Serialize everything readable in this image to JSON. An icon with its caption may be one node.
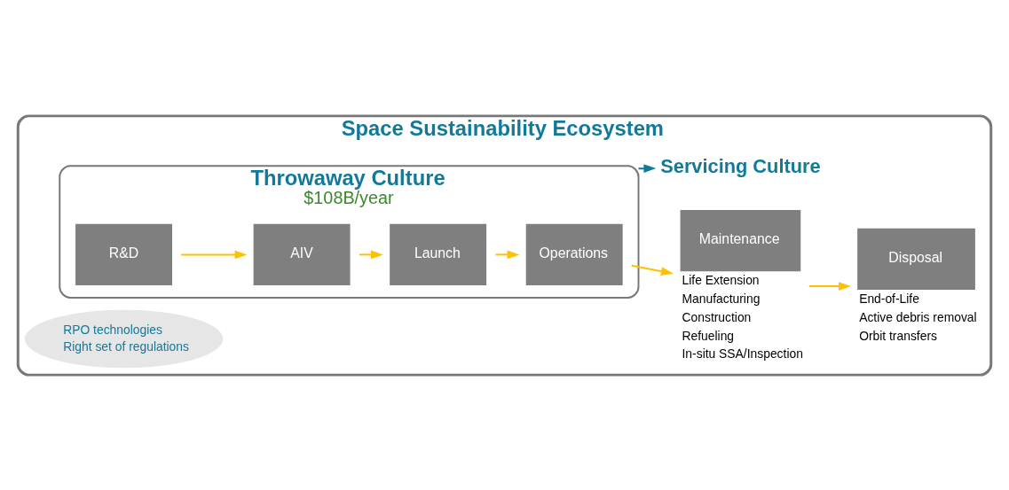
{
  "diagram": {
    "nodes": [
      {
        "text": [
          "Space Sustainability Ecosystem"
        ]
      },
      {
        "text": [
          "RPO technologies",
          "Right set of regulations"
        ],
        "in": 0
      },
      {
        "text": [
          "Throwaway Culture",
          "$108B/year"
        ],
        "in": 0
      },
      {
        "text": [
          "R&D"
        ],
        "in": 2
      },
      {
        "text": [
          "AIV"
        ],
        "in": 2
      },
      {
        "text": [
          "Launch"
        ],
        "in": 2
      },
      {
        "text": [
          "Operations"
        ],
        "in": 2
      },
      {
        "text": [
          "Servicing Culture"
        ],
        "in": 0
      },
      {
        "text": [
          "Maintenance"
        ],
        "in": 0,
        "beside": [
          "Life Extension",
          "Manufacturing",
          "Construction",
          "Refueling",
          "In-situ SSA/Inspection"
        ]
      },
      {
        "text": [
          "Disposal"
        ],
        "in": 0,
        "beside": [
          "End-of-Life",
          "Active debris removal",
          "Orbit transfers"
        ]
      }
    ],
    "edges": [
      {
        "from": 2,
        "to": 7,
        "arrow": "to",
        "color": "#127a99"
      },
      {
        "from": 3,
        "to": 4,
        "arrow": "to"
      },
      {
        "from": 4,
        "to": 5,
        "arrow": "to"
      },
      {
        "from": 5,
        "to": 6,
        "arrow": "to"
      },
      {
        "from": 6,
        "to": 8,
        "arrow": "to"
      },
      {
        "from": 8,
        "to": 9,
        "arrow": "to"
      }
    ]
  }
}
